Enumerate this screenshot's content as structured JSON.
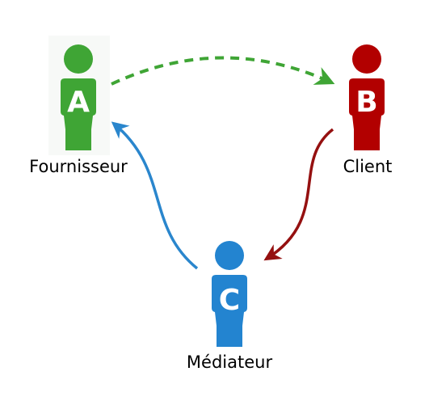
{
  "diagram": {
    "nodes": [
      {
        "id": "A",
        "letter": "A",
        "label": "Fournisseur",
        "color": "#3fa535"
      },
      {
        "id": "B",
        "letter": "B",
        "label": "Client",
        "color": "#b20000"
      },
      {
        "id": "C",
        "letter": "C",
        "label": "Médiateur",
        "color": "#2384d0"
      }
    ],
    "edges": [
      {
        "from": "A",
        "to": "B",
        "style": "dashed",
        "color": "#3fa535"
      },
      {
        "from": "B",
        "to": "C",
        "style": "solid",
        "color": "#951010"
      },
      {
        "from": "C",
        "to": "A",
        "style": "solid",
        "color": "#2a86cd"
      }
    ]
  }
}
